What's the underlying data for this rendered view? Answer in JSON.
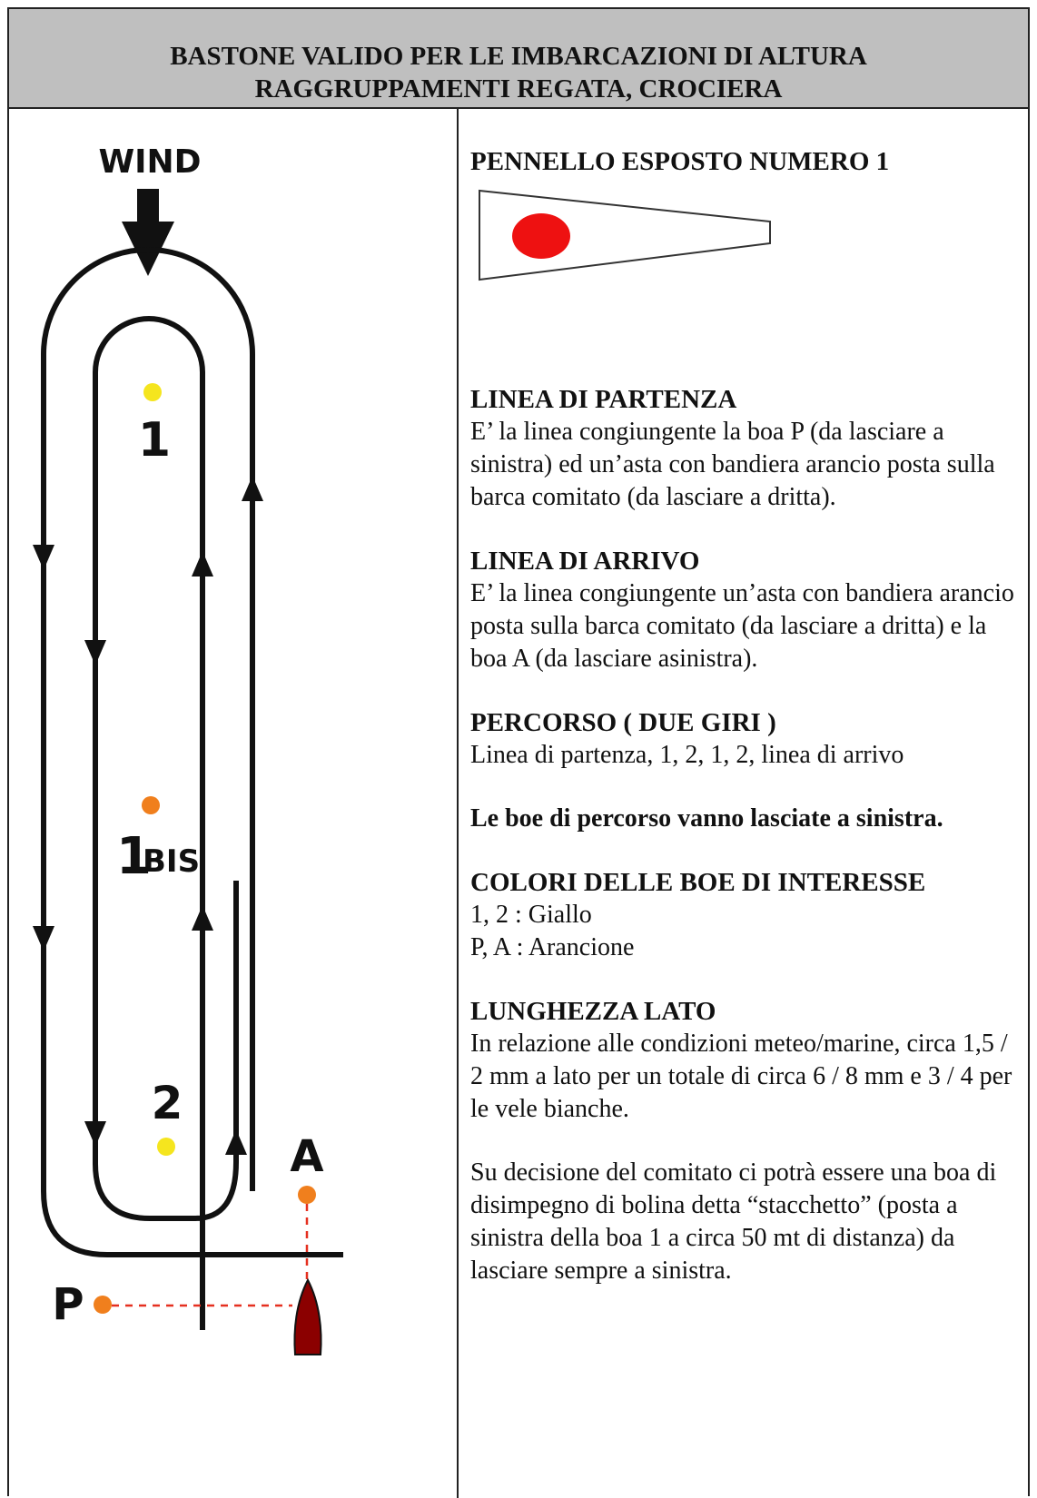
{
  "header": {
    "line1": "BASTONE VALIDO PER LE IMBARCAZIONI DI ALTURA",
    "line2": "RAGGRUPPAMENTI REGATA, CROCIERA"
  },
  "diagram": {
    "wind_label": "WIND",
    "mark_1": "1",
    "mark_1bis_num": "1",
    "mark_1bis_suffix": "BIS",
    "mark_2": "2",
    "mark_a": "A",
    "mark_p": "P",
    "colors": {
      "yellow": "#f5e51e",
      "orange": "#f07f1d",
      "boat": "#8b0000",
      "line": "#111111",
      "dashed": "#e53020"
    }
  },
  "pennant": {
    "title": "PENNELLO ESPOSTO NUMERO 1",
    "dot_color": "#ee1111"
  },
  "sections": {
    "partenza_title": "LINEA DI PARTENZA",
    "partenza_body": "E’ la linea congiungente la boa P (da lasciare a sinistra) ed un’asta con bandiera arancio posta sulla barca comitato (da lasciare a dritta).",
    "arrivo_title": "LINEA DI ARRIVO",
    "arrivo_body": "E’ la linea congiungente un’asta con bandiera arancio posta sulla barca comitato (da lasciare a dritta) e la boa A (da lasciare asinistra).",
    "percorso_title": "PERCORSO ( DUE GIRI )",
    "percorso_body": "Linea di partenza, 1, 2, 1, 2, linea di arrivo",
    "boe_note": "Le boe di percorso vanno lasciate a sinistra.",
    "colori_title": "COLORI DELLE BOE DI INTERESSE",
    "colori_line1": "1, 2 : Giallo",
    "colori_line2": "P, A : Arancione",
    "lunghezza_title": "LUNGHEZZA LATO",
    "lunghezza_body": "In relazione alle condizioni meteo/marine, circa 1,5 / 2 mm a lato per un totale di circa 6 / 8 mm e  3 / 4 per le vele bianche.",
    "stacchetto_body": "Su decisione del comitato ci potrà essere una boa di disimpegno di bolina detta “stacchetto” (posta a sinistra della boa 1 a circa 50 mt di distanza) da lasciare sempre a sinistra."
  }
}
